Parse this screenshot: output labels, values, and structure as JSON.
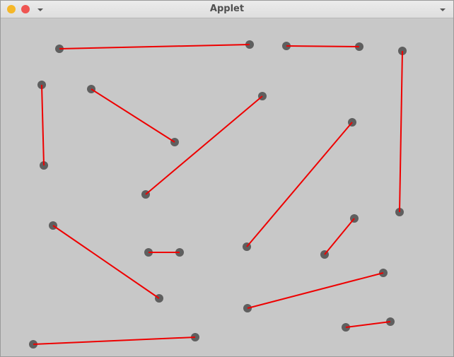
{
  "window": {
    "title": "Applet",
    "minimize_color": "#f5b728",
    "close_color": "#ef5552"
  },
  "scene": {
    "line_color": "#ee0000",
    "node_color": "#5f5f5f",
    "segments": [
      {
        "a": [
          83,
          68
        ],
        "b": [
          352,
          62
        ]
      },
      {
        "a": [
          404,
          64
        ],
        "b": [
          507,
          65
        ]
      },
      {
        "a": [
          568,
          71
        ],
        "b": [
          564,
          299
        ]
      },
      {
        "a": [
          58,
          119
        ],
        "b": [
          61,
          233
        ]
      },
      {
        "a": [
          128,
          125
        ],
        "b": [
          246,
          200
        ]
      },
      {
        "a": [
          370,
          135
        ],
        "b": [
          205,
          274
        ]
      },
      {
        "a": [
          497,
          172
        ],
        "b": [
          348,
          348
        ]
      },
      {
        "a": [
          74,
          318
        ],
        "b": [
          224,
          421
        ]
      },
      {
        "a": [
          209,
          356
        ],
        "b": [
          253,
          356
        ]
      },
      {
        "a": [
          500,
          308
        ],
        "b": [
          458,
          359
        ]
      },
      {
        "a": [
          541,
          385
        ],
        "b": [
          349,
          435
        ]
      },
      {
        "a": [
          551,
          454
        ],
        "b": [
          488,
          462
        ]
      },
      {
        "a": [
          46,
          486
        ],
        "b": [
          275,
          476
        ]
      }
    ]
  }
}
